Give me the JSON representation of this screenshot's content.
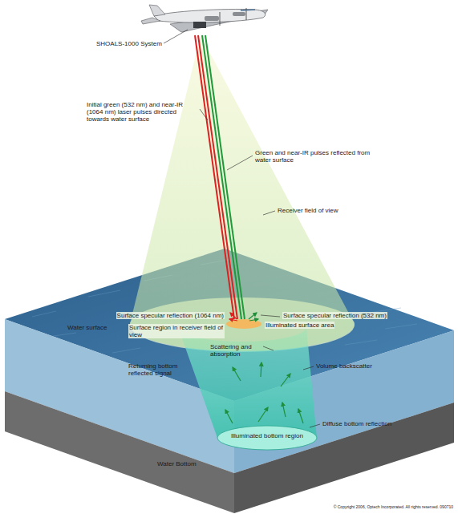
{
  "diagram": {
    "labels": [
      "SHOALS-1000 System",
      "Initial green (532 nm) and near-IR (1064 nm) laser pulses directed towards water surface",
      "Green and near-IR pulses reflected from water surface",
      "Receiver field of view",
      "Surface specular reflection (1064 nm)",
      "Surface specular reflection (532 nm)",
      "Illuminated surface area",
      "Surface region in receiver field of view",
      "Water surface",
      "Scattering and absorption",
      "Returning bottom reflected signal",
      "Volume backscatter",
      "Diffuse bottom reflection",
      "Illuminated bottom region",
      "Water Bottom",
      "© Copyright 2006, Optech Incorporated. All rights reserved. 090710"
    ]
  }
}
